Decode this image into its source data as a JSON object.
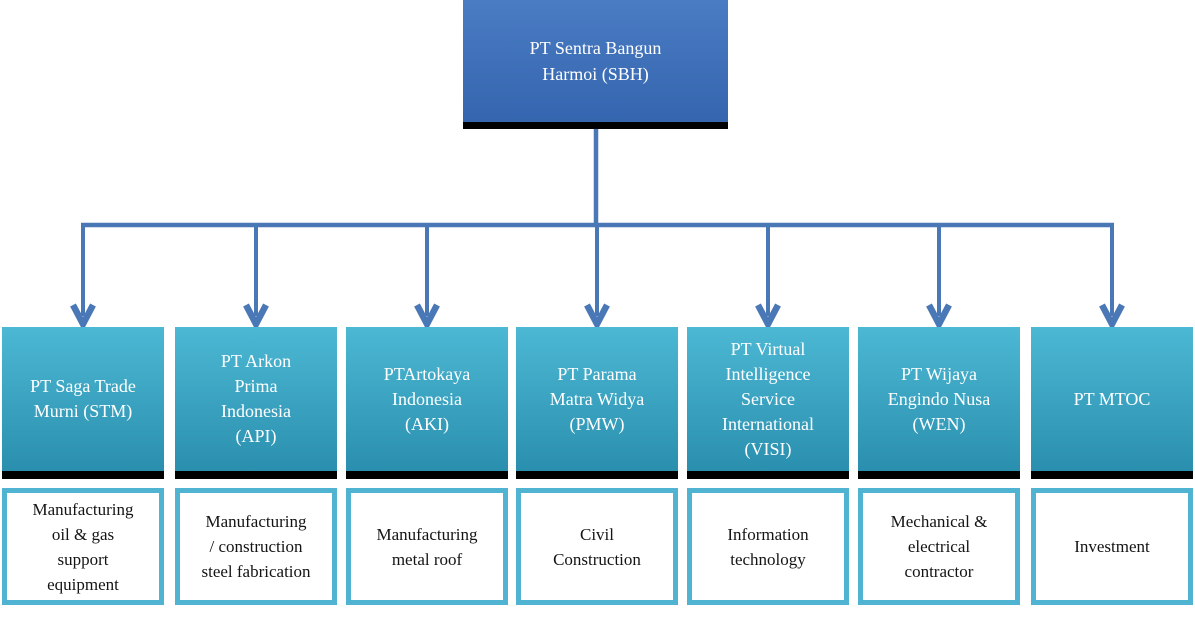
{
  "chart": {
    "type": "org-chart",
    "root": {
      "name": "PT Sentra Bangun\nHarmoi (SBH)"
    },
    "subsidiaries": [
      {
        "name": "PT Saga Trade\nMurni (STM)",
        "description": "Manufacturing\noil & gas\nsupport\nequipment"
      },
      {
        "name": "PT Arkon\nPrima\nIndonesia\n(API)",
        "description": "Manufacturing\n/ construction\nsteel fabrication"
      },
      {
        "name": "PTArtokaya\nIndonesia\n(AKI)",
        "description": "Manufacturing\nmetal roof"
      },
      {
        "name": "PT Parama\nMatra Widya\n(PMW)",
        "description": "Civil\nConstruction"
      },
      {
        "name": "PT Virtual\nIntelligence\nService\nInternational\n(VISI)",
        "description": "Information\ntechnology"
      },
      {
        "name": "PT Wijaya\nEngindo Nusa\n(WEN)",
        "description": "Mechanical &\nelectrical\ncontractor"
      },
      {
        "name": "PT MTOC",
        "description": "Investment"
      }
    ],
    "colors": {
      "root_box_top": "#4a7cc4",
      "root_box_bottom": "#3465ae",
      "child_box_top": "#4cb8d4",
      "child_box_bottom": "#2a8fae",
      "desc_border": "#4fb3d1",
      "connector": "#4a78b6",
      "shadow": "#000000"
    }
  }
}
